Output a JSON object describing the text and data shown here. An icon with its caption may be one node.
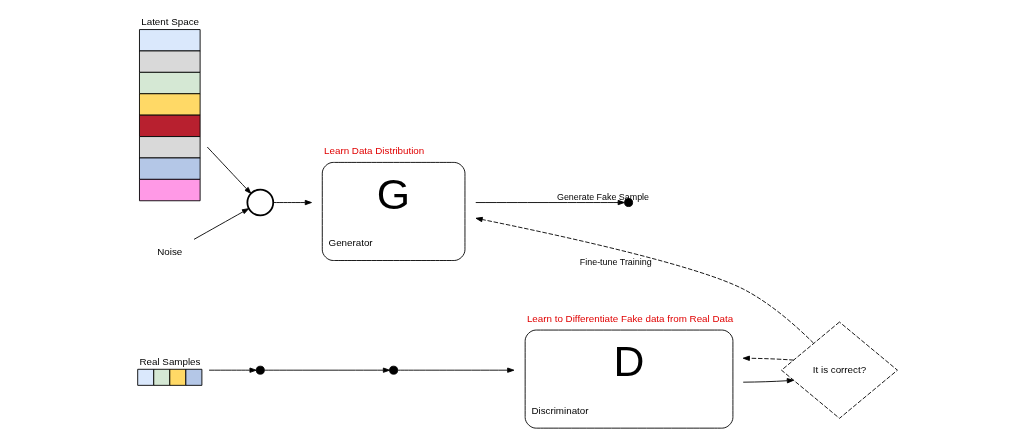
{
  "diagram": {
    "nodes": [
      {
        "text": [
          "Latent Space"
        ]
      },
      {
        "text": [],
        "shape": "circle"
      },
      {
        "text": [
          "Noise"
        ]
      },
      {
        "text": [
          "G",
          "Generator"
        ],
        "beside": [
          "Learn Data Distribution"
        ]
      },
      {
        "text": [
          "Real Samples"
        ]
      },
      {
        "text": [],
        "shape": "circle"
      },
      {
        "text": [],
        "shape": "circle"
      },
      {
        "text": [],
        "shape": "circle"
      },
      {
        "text": [
          "D",
          "Discriminator"
        ],
        "beside": [
          "Learn to Differentiate Fake data from Real Data"
        ]
      },
      {
        "text": [
          "It is correct?"
        ]
      }
    ],
    "edges": [
      {
        "from": 0,
        "to": 1,
        "arrow": "to"
      },
      {
        "from": 2,
        "to": 1,
        "arrow": "to"
      },
      {
        "from": 1,
        "to": 3,
        "arrow": "to"
      },
      {
        "from": 3,
        "to": 6,
        "arrow": "to",
        "label": "Generate Fake Sample"
      },
      {
        "from": 4,
        "to": 5,
        "arrow": "to"
      },
      {
        "from": 5,
        "to": 7,
        "arrow": "to"
      },
      {
        "from": 7,
        "to": 8,
        "arrow": "to"
      },
      {
        "from": 8,
        "to": 9,
        "arrow": "to"
      },
      {
        "from": 9,
        "to": 3,
        "arrow": "to",
        "style": "dashed",
        "label": "Fine-tune Training"
      },
      {
        "from": 9,
        "to": 8,
        "arrow": "to",
        "style": "dashed"
      }
    ]
  }
}
